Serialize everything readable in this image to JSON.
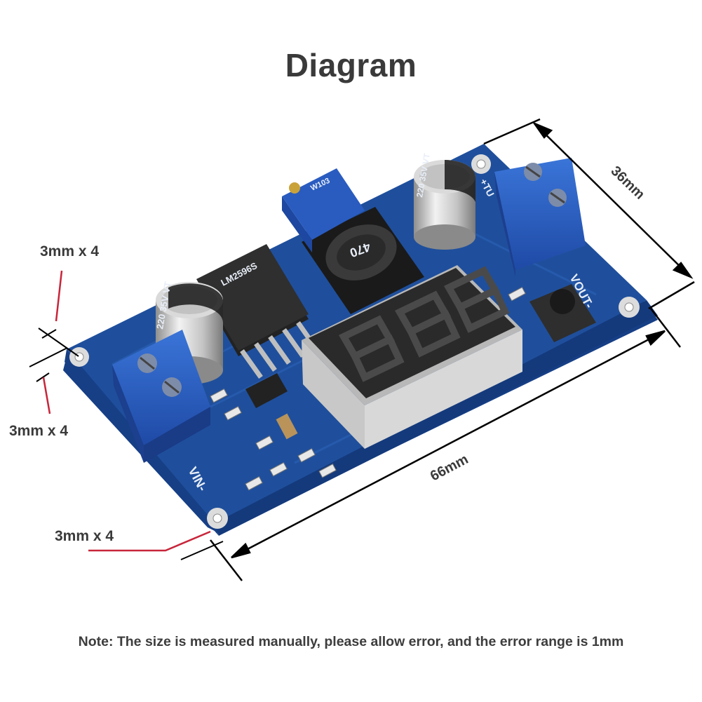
{
  "title": "Diagram",
  "dimensions": {
    "height": "36mm",
    "width": "66mm"
  },
  "hole_labels": {
    "top": "3mm x 4",
    "middle": "3mm x 4",
    "bottom": "3mm x 4"
  },
  "board_markings": {
    "vin_minus": "VIN-",
    "vout_minus": "VOUT-",
    "vout_plus": "+TU",
    "capacitor_left": "220 35V VT",
    "capacitor_right": "220 35V VT",
    "ic_chip": "LM2596S",
    "inductor": "470",
    "potentiometer": "W103"
  },
  "note": "Note: The size is measured manually, please allow error, and the error range is 1mm",
  "colors": {
    "pcb_blue": "#1f4f9c",
    "terminal_blue": "#2b62c6",
    "dimension_line": "#000000",
    "callout_red": "#c8253a",
    "text_dark": "#3a3a3a"
  }
}
